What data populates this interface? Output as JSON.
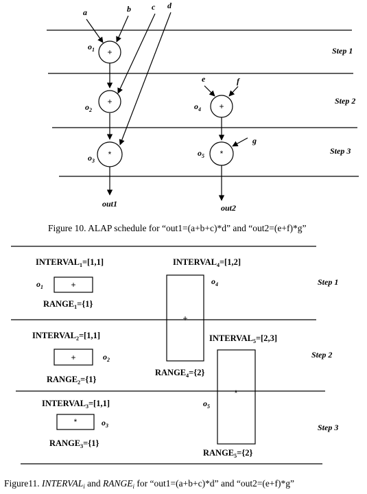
{
  "fig10": {
    "inputs": [
      "a",
      "b",
      "c",
      "d",
      "e",
      "f",
      "g"
    ],
    "ops": [
      {
        "name": "o1",
        "base": "o",
        "sub": "1",
        "symbol": "+"
      },
      {
        "name": "o2",
        "base": "o",
        "sub": "2",
        "symbol": "+"
      },
      {
        "name": "o3",
        "base": "o",
        "sub": "3",
        "symbol": "*"
      },
      {
        "name": "o4",
        "base": "o",
        "sub": "4",
        "symbol": "+"
      },
      {
        "name": "o5",
        "base": "o",
        "sub": "5",
        "symbol": "*"
      }
    ],
    "outputs": [
      "out1",
      "out2"
    ],
    "steps": [
      "Step 1",
      "Step 2",
      "Step 3"
    ],
    "caption": "Figure 10. ALAP schedule for “out1=(a+b+c)*d” and “out2=(e+f)*g”"
  },
  "fig11": {
    "steps": [
      "Step 1",
      "Step 2",
      "Step 3"
    ],
    "ops": [
      {
        "label": "o",
        "sub": "1",
        "symbol": "+",
        "interval_base": "INTERVAL",
        "interval_sub": "1",
        "interval_val": "=[1,1]",
        "range_base": "RANGE",
        "range_sub": "1",
        "range_val": "={1}"
      },
      {
        "label": "o",
        "sub": "2",
        "symbol": "+",
        "interval_base": "INTERVAL",
        "interval_sub": "2",
        "interval_val": "=[1,1]",
        "range_base": "RANGE",
        "range_sub": "2",
        "range_val": "={1}"
      },
      {
        "label": "o",
        "sub": "3",
        "symbol": "*",
        "interval_base": "INTERVAL",
        "interval_sub": "3",
        "interval_val": "=[1,1]",
        "range_base": "RANGE",
        "range_sub": "3",
        "range_val": "={1}"
      },
      {
        "label": "o",
        "sub": "4",
        "symbol": "+",
        "interval_base": "INTERVAL",
        "interval_sub": "4",
        "interval_val": "=[1,2]",
        "range_base": "RANGE",
        "range_sub": "4",
        "range_val": "={2}"
      },
      {
        "label": "o",
        "sub": "5",
        "symbol": "*",
        "interval_base": "INTERVAL",
        "interval_sub": "5",
        "interval_val": "=[2,3]",
        "range_base": "RANGE",
        "range_sub": "5",
        "range_val": "={2}"
      }
    ],
    "caption_prefix": "Figure11. ",
    "caption_interval": "INTERVAL",
    "caption_i1": "i",
    "caption_and": " and ",
    "caption_range": "RANGE",
    "caption_i2": "i",
    "caption_suffix": " for “out1=(a+b+c)*d” and “out2=(e+f)*g”"
  }
}
